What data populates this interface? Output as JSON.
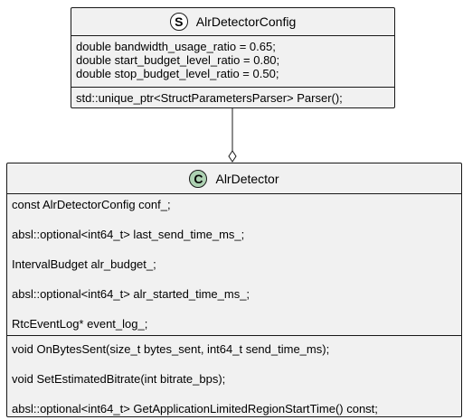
{
  "config_class": {
    "stereotype_letter": "S",
    "name": "AlrDetectorConfig",
    "fields": [
      "double bandwidth_usage_ratio = 0.65;",
      "double start_budget_level_ratio = 0.80;",
      "double stop_budget_level_ratio = 0.50;"
    ],
    "methods": [
      "std::unique_ptr<StructParametersParser> Parser();"
    ]
  },
  "detector_class": {
    "stereotype_letter": "C",
    "name": "AlrDetector",
    "fields": [
      "const AlrDetectorConfig conf_;",
      "absl::optional<int64_t> last_send_time_ms_;",
      "IntervalBudget alr_budget_;",
      "absl::optional<int64_t> alr_started_time_ms_;",
      "RtcEventLog* event_log_;"
    ],
    "methods": [
      "void OnBytesSent(size_t bytes_sent, int64_t send_time_ms);",
      "void SetEstimatedBitrate(int bitrate_bps);",
      "absl::optional<int64_t> GetApplicationLimitedRegionStartTime() const;"
    ]
  },
  "colors": {
    "box_fill": "#f1f1f1",
    "border": "#181818",
    "class_circle": "#add1b2",
    "struct_circle": "#ffffff"
  },
  "relationship": {
    "type": "aggregation",
    "from": "AlrDetector",
    "to": "AlrDetectorConfig"
  }
}
